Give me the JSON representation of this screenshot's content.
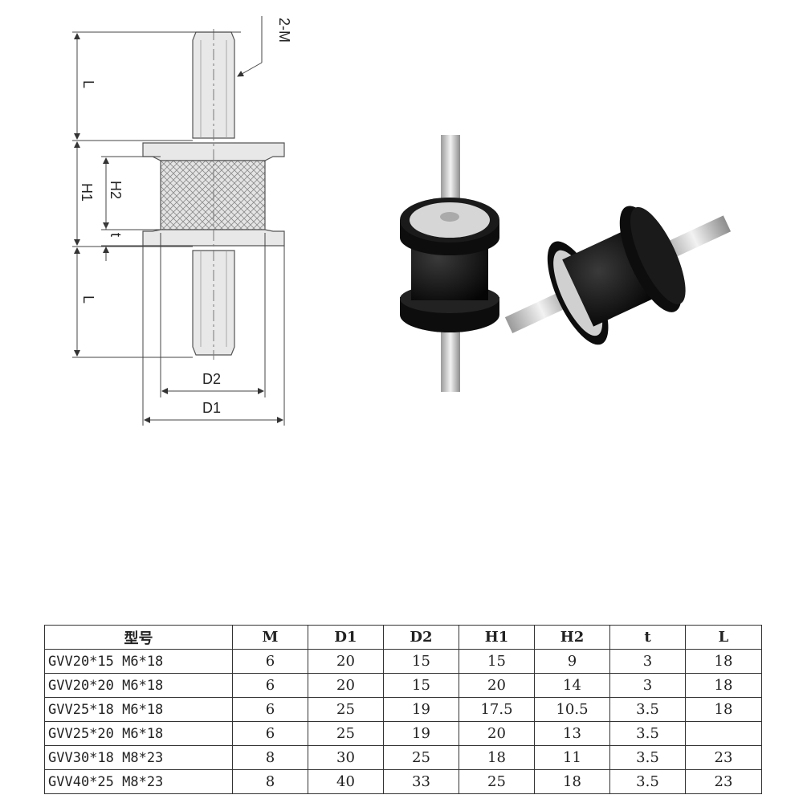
{
  "drawing": {
    "callout": "2-M",
    "callout_color": "#b02ab0",
    "labels": {
      "L_top": "L",
      "H1": "H1",
      "H2": "H2",
      "t": "t",
      "L_bottom": "L",
      "D2": "D2",
      "D1": "D1"
    }
  },
  "photo": {
    "rubber_color": "#111111",
    "metal_color": "#d0d0d0"
  },
  "table": {
    "headers": [
      "型号",
      "M",
      "D1",
      "D2",
      "H1",
      "H2",
      "t",
      "L"
    ],
    "rows": [
      [
        "GVV20*15 M6*18",
        "6",
        "20",
        "15",
        "15",
        "9",
        "3",
        "18"
      ],
      [
        "GVV20*20 M6*18",
        "6",
        "20",
        "15",
        "20",
        "14",
        "3",
        "18"
      ],
      [
        "GVV25*18 M6*18",
        "6",
        "25",
        "19",
        "17.5",
        "10.5",
        "3.5",
        "18"
      ],
      [
        "GVV25*20 M6*18",
        "6",
        "25",
        "19",
        "20",
        "13",
        "3.5",
        ""
      ],
      [
        "GVV30*18 M8*23",
        "8",
        "30",
        "25",
        "18",
        "11",
        "3.5",
        "23"
      ],
      [
        "GVV40*25 M8*23",
        "8",
        "40",
        "33",
        "25",
        "18",
        "3.5",
        "23"
      ]
    ]
  }
}
